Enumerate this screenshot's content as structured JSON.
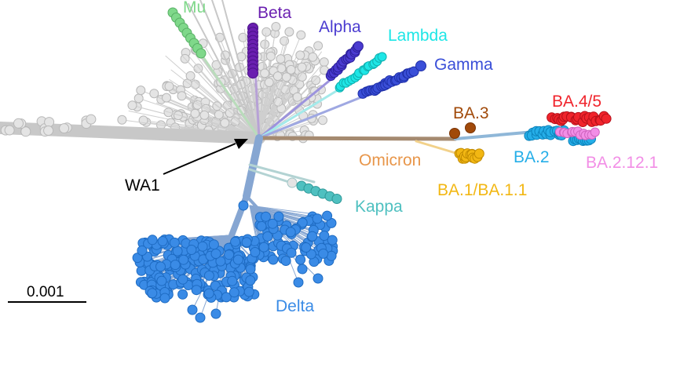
{
  "labels": {
    "mu": "Mu",
    "beta": "Beta",
    "alpha": "Alpha",
    "lambda": "Lambda",
    "gamma": "Gamma",
    "ba3": "BA.3",
    "ba45": "BA.4/5",
    "omicron": "Omicron",
    "ba2": "BA.2",
    "ba2121": "BA.2.12.1",
    "ba1": "BA.1/BA.1.1",
    "wa1": "WA1",
    "kappa": "Kappa",
    "delta": "Delta"
  },
  "scale_bar": {
    "label": "0.001"
  },
  "colors": {
    "gray": "#d4d4d4",
    "mu": "#7fd88a",
    "beta": "#6a1fb0",
    "alpha": "#4a3bd0",
    "lambda": "#1ee6e6",
    "gamma": "#3a4fd8",
    "omicron_trunk": "#a58a70",
    "ba3": "#a14a0a",
    "ba45": "#f0242c",
    "ba2": "#25aee8",
    "ba2121": "#f28ee6",
    "ba1": "#f2b713",
    "omicron_label": "#e8964a",
    "kappa": "#4fc0c0",
    "delta": "#3a8be6",
    "delta_branch": "#86a6d2",
    "black": "#000000"
  }
}
